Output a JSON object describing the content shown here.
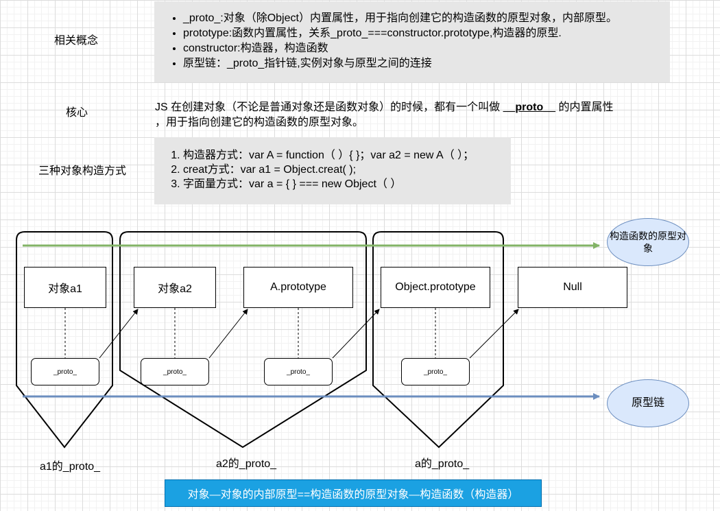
{
  "labels": {
    "concepts": "相关概念",
    "core": "核心",
    "ways": "三种对象构造方式"
  },
  "concepts": [
    "_proto_:对象（除Object）内置属性，用于指向创建它的构造函数的原型对象，内部原型。",
    "prototype:函数内置属性，关系_proto_===constructor.prototype,构造器的原型.",
    "constructor:构造器，构造函数",
    "原型链：_proto_指针链,实例对象与原型之间的连接"
  ],
  "core": {
    "line1_pre": "JS 在创建对象（不论是普通对象还是函数对象）的时候，都有一个叫做 ",
    "line1_bold": "__proto__",
    "line1_post": " 的内置属性",
    "line2": "，用于指向创建它的构造函数的原型对象。"
  },
  "ways": [
    "构造器方式：var A = function（ ）{ }；var a2 = new A（ ）；",
    "creat方式：var a1 = Object.creat( );",
    "字面量方式：var a = { } === new Object（ ）"
  ],
  "nodes": {
    "a1": "对象a1",
    "a2": "对象a2",
    "aproto": "A.prototype",
    "objproto": "Object.prototype",
    "null": "Null"
  },
  "proto_label": "_proto_",
  "ellipses": {
    "top": "构造函数的原型对象",
    "bottom": "原型链"
  },
  "group_labels": {
    "a1": "a1的_proto_",
    "a2": "a2的_proto_",
    "a": "a的_proto_"
  },
  "banner": "对象—对象的内部原型==构造函数的原型对象—构造函数（构造器）",
  "colors": {
    "green_arrow": "#82b366",
    "blue_arrow": "#6c8ebf",
    "ellipse_fill": "#dae8fc",
    "banner_fill": "#1ba1e2",
    "note_fill": "#e6e6e6"
  }
}
